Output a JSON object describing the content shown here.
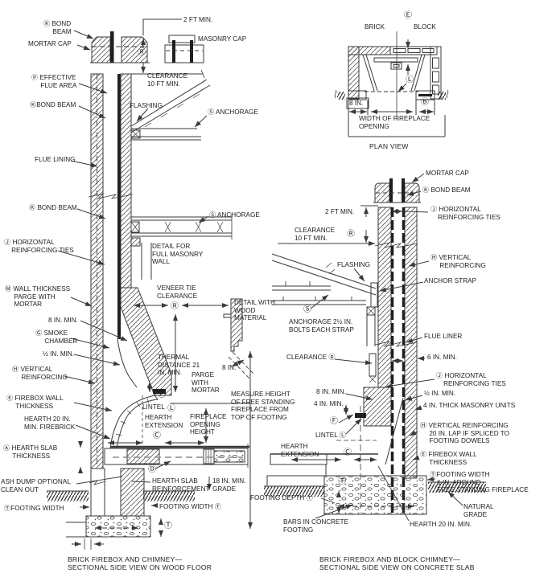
{
  "colors": {
    "ink": "#3a3a3a",
    "paper": "#ffffff",
    "liner_black": "#1f1f1f"
  },
  "left_view": {
    "caption": "BRICK FIREBOX AND CHIMNEY—\nSECTIONAL SIDE VIEW ON WOOD FLOOR",
    "labels": {
      "bond_beam_top": "Ⓚ BOND\n     BEAM",
      "mortar_cap": "MORTAR CAP",
      "two_ft_min": "2 FT MIN.",
      "masonry_cap": "MASONRY CAP",
      "r_top": "Ⓡ",
      "effective_flue_area": "Ⓟ EFFECTIVE\n     FLUE AREA",
      "bond_beam_2": "ⓀBOND BEAM",
      "flashing": "FLASHING",
      "clearance_10ft": "CLEARANCE\n10 FT MIN.",
      "anchorage_1": "Ⓢ ANCHORAGE",
      "flue_lining": "FLUE LINING",
      "bond_beam_3": "Ⓚ BOND BEAM",
      "anchorage_2": "Ⓢ ANCHORAGE",
      "horizontal_ties": "Ⓙ HORIZONTAL\n    REINFORCING TIES",
      "detail_full_masonry": "DETAIL FOR\nFULL MASONRY\nWALL",
      "wall_thickness": "Ⓜ WALL THICKNESS\n     PARGE WITH\n     MORTAR",
      "eight_in_min": "8 IN. MIN.",
      "smoke_chamber": "Ⓖ SMOKE\n     CHAMBER",
      "half_in_min": "½ IN. MIN.",
      "vertical_reinforcing": "Ⓗ VERTICAL\n     REINFORCING",
      "firebox_wall": "Ⓔ FIREBOX WALL\n     THICKNESS",
      "hearth_20": "HEARTH 20 IN.\nMIN. FIREBRICK",
      "hearth_slab_thickness": "Ⓐ HEARTH SLAB\n     THICKNESS",
      "ash_dump": "ASH DUMP OPTIONAL\nCLEAN OUT",
      "footing_width_left": "ⓉFOOTING WIDTH",
      "veneer_tie": "VENEER TIE\nCLEARANCE",
      "r_veneer": "Ⓡ",
      "detail_wood": "DETAIL WITH\nWOOD\nMATERIAL",
      "thermal_distance": "THERMAL\nDISTANCE 21\nIN. MIN.",
      "parge_with_mortar": "PARGE\nWITH\nMORTAR",
      "eight_in": "8 IN.",
      "f_circ": "Ⓕ",
      "lintel": "LINTEL",
      "l_circ": "Ⓛ",
      "hearth_extension": "HEARTH\nEXTENSION",
      "opening_height": "FIREPLACE\nOPENING\nHEIGHT",
      "measure_height": "MEASURE HEIGHT\nOF FREE STANDING\nFIREPLACE FROM\nTOP OF FOOTING",
      "c_circ": "Ⓒ",
      "d_circ": "Ⓓ",
      "hearth_slab_reinforcement": "HEARTH SLAB\nREINFORCEMENT",
      "eighteen_in_grade": "18 IN. MIN.\nGRADE",
      "footing_width_right": "FOOTING WIDTH Ⓣ",
      "t_depth": "Ⓣ"
    }
  },
  "plan_view": {
    "caption": "PLAN VIEW",
    "labels": {
      "brick": "BRICK",
      "e_circ": "Ⓔ",
      "block": "BLOCK",
      "l_circ": "Ⓛ",
      "eight_in": "8 IN.",
      "b_circ": "Ⓑ",
      "width_opening": "WIDTH OF FIREPLACE\nOPENING"
    }
  },
  "right_view": {
    "caption": "BRICK FIREBOX AND BLOCK CHIMNEY—\nSECTIONAL SIDE VIEW ON CONCRETE SLAB",
    "labels": {
      "mortar_cap": "MORTAR CAP",
      "bond_beam": "Ⓚ BOND BEAM",
      "two_ft_min": "2 FT MIN.",
      "horizontal_ties_1": "Ⓙ HORIZONTAL\n    REINFORCING TIES",
      "clearance_10ft": "CLEARANCE\n10 FT MIN.",
      "r_circ_1": "Ⓡ",
      "flashing": "FLASHING",
      "vertical_reinforcing": "Ⓗ VERTICAL\n     REINFORCING",
      "anchor_strap": "ANCHOR STRAP",
      "s_circ": "Ⓢ",
      "anchorage_bolts": "ANCHORAGE 2½ IN.\nBOLTS EACH STRAP",
      "flue_liner": "FLUE LINER",
      "clearance_r": "CLEARANCE Ⓡ",
      "six_in_min": "6 IN. MIN.",
      "horizontal_ties_2": "Ⓙ HORIZONTAL\n    REINFORCING TIES",
      "eight_in_min": "8 IN. MIN.",
      "half_in_min": "½ IN. MIN.",
      "four_in_min": "4 IN. MIN.",
      "four_in_thick": "4 IN. THICK MASONRY UNITS",
      "f_circ": "Ⓕ",
      "lintel": "LINTEL Ⓛ",
      "vert_reinf_20": "Ⓗ VERTICAL REINFORCING\n     20 IN. LAP IF SPLICED TO\n     FOOTING DOWELS",
      "hearth_extension": "HEARTH\nEXTENSION",
      "c_circ": "Ⓒ",
      "firebox_wall": "Ⓔ FIREBOX WALL\n     THICKNESS",
      "footing_width": "ⓉFOOTING WIDTH\n    6 IN. AROUND\n    FREE STANDING FIREPLACE",
      "footing_depth": "FOOTING DEPTH Ⓣ",
      "t_slab": "Ⓣ",
      "natural_grade": "NATURAL\nGRADE",
      "bars_footing": "BARS IN CONCRETE\nFOOTING",
      "hearth_20": "HEARTH 20 IN. MIN."
    }
  }
}
